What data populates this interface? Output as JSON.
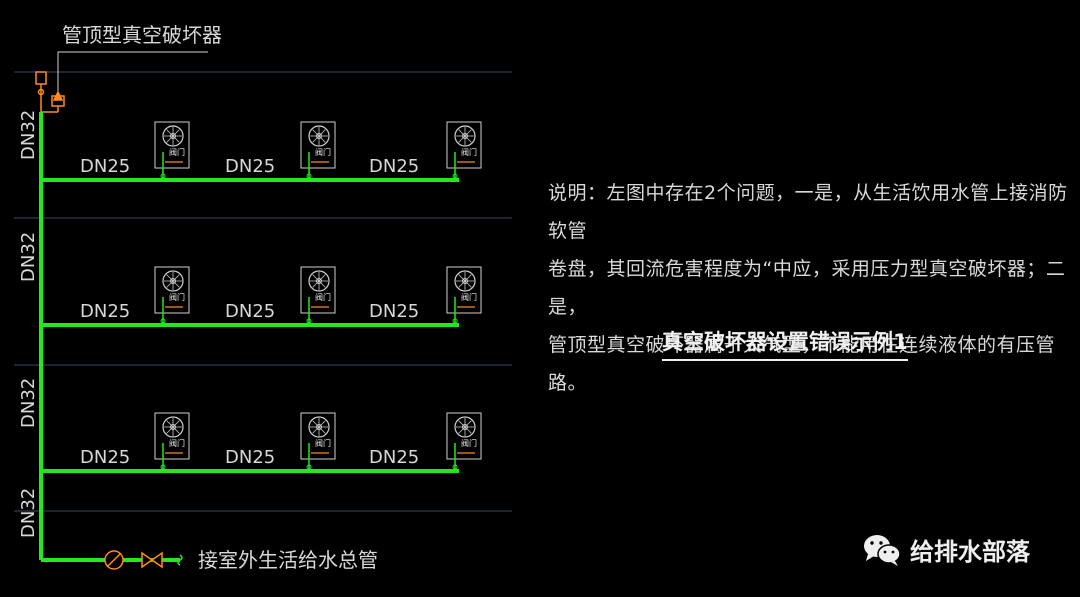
{
  "labels": {
    "breaker": "管顶型真空破坏器",
    "main_pipe_size": "DN32",
    "branch_pipe_size": "DN25",
    "hose_cabinet_tag": "阀门",
    "outlet": "接室外生活给水总管"
  },
  "note": {
    "line1": "说明：左图中存在2个问题，一是，从生活饮用水管上接消防软管",
    "line2": "卷盘，其回流危害程度为“中应，采用压力型真空破坏器；二是，",
    "line3": "管顶型真空破坏器属于大气型，不能用在连续液体的有压管路。"
  },
  "caption": "真空破坏器设置错误示例1",
  "brand": {
    "name": "给排水部落",
    "icon": "wechat-icon"
  },
  "colors": {
    "pipe": "#22e81e",
    "fitting": "#ff8a1e",
    "text": "#d8d8d8",
    "floor_line": "#3a4a6a"
  }
}
